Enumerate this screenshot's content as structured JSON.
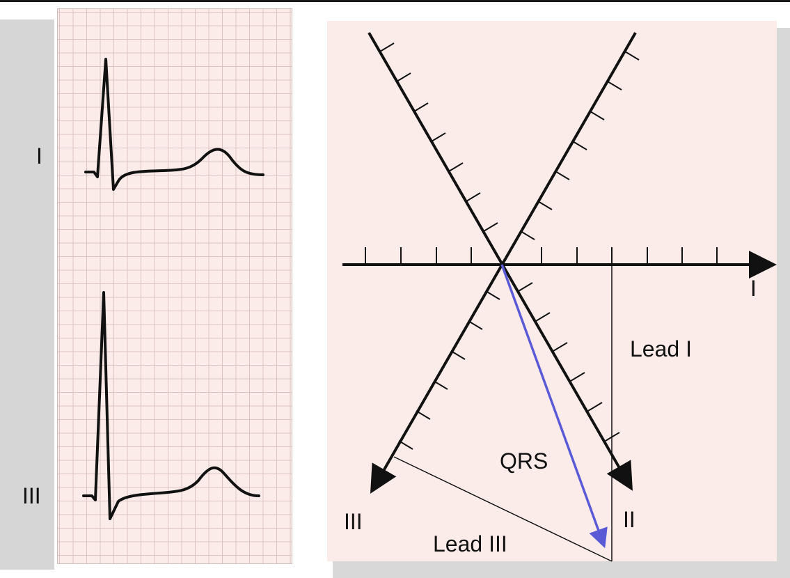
{
  "ecg_strip": {
    "lead_top_label": "I",
    "lead_bottom_label": "III"
  },
  "axis_diagram": {
    "axis_label_I": "I",
    "axis_label_II": "II",
    "axis_label_III": "III",
    "projection_label_lead_I": "Lead I",
    "projection_label_lead_III": "Lead III",
    "vector_label": "QRS"
  },
  "colors": {
    "panel_background": "#fbecea",
    "grid_line": "#dcc3c3",
    "trace": "#111111",
    "qrs_vector": "#5a5ad6"
  }
}
